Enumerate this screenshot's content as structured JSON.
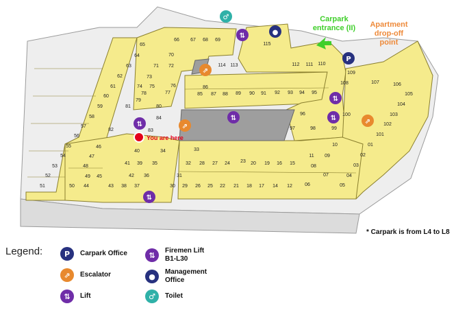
{
  "labels": {
    "carpark_entrance": "Carpark entrance (II)",
    "apartment_dropoff": "Apartment drop-off point",
    "you_are_here": "You are here",
    "footnote": "* Carpark is from L4 to L8"
  },
  "colors": {
    "unit_fill": "#f5eb8c",
    "unit_stroke": "#8a7f2e",
    "carpark_green": "#3fcf2a",
    "dropoff_orange": "#ee8a3a",
    "you_red": "#e3001b",
    "lift_purple": "#6f2da8",
    "office_blue": "#27317f",
    "escalator_orange": "#e8892e",
    "toilet_teal": "#2fb1a8"
  },
  "units": {
    "row_top": [
      "66",
      "67",
      "68",
      "69"
    ],
    "left_col": [
      "65",
      "64",
      "63",
      "62",
      "61",
      "60",
      "59",
      "58",
      "57",
      "56",
      "55",
      "54",
      "53",
      "52",
      "51"
    ],
    "col_b": [
      "70",
      "71",
      "72",
      "73",
      "74",
      "75",
      "76",
      "77",
      "78",
      "79",
      "80",
      "81",
      "82",
      "83",
      "84"
    ],
    "block_inner_left": [
      "46",
      "47",
      "48",
      "49",
      "50",
      "45",
      "44",
      "43",
      "42",
      "41",
      "40",
      "39",
      "38",
      "37",
      "36",
      "35",
      "34"
    ],
    "center_row": [
      "86",
      "85",
      "87",
      "88",
      "89",
      "90",
      "91",
      "92",
      "93",
      "94",
      "95"
    ],
    "right_top": [
      "115",
      "114",
      "113",
      "112",
      "111",
      "110",
      "109",
      "108",
      "107",
      "106",
      "105",
      "104",
      "103",
      "102",
      "101",
      "100",
      "99",
      "98",
      "97",
      "96"
    ],
    "south_block": [
      "33",
      "32",
      "28",
      "27",
      "24",
      "23",
      "20",
      "19",
      "16",
      "15",
      "11",
      "10",
      "09",
      "08",
      "07",
      "31",
      "30",
      "29",
      "26",
      "25",
      "22",
      "21",
      "18",
      "17",
      "14",
      "12",
      "06",
      "05"
    ],
    "far_right": [
      "01",
      "02",
      "03",
      "04"
    ]
  },
  "legend": {
    "title": "Legend:",
    "items": [
      {
        "label": "Carpark Office",
        "icon": "carpark-office-icon",
        "symbol": "P",
        "color": "#27317f"
      },
      {
        "label": "Escalator",
        "icon": "escalator-icon",
        "symbol": "⇗",
        "color": "#e8892e"
      },
      {
        "label": "Lift",
        "icon": "lift-icon",
        "symbol": "⇅",
        "color": "#6f2da8"
      },
      {
        "label": "Firemen Lift B1-L30",
        "icon": "firemen-lift-icon",
        "symbol": "⇅",
        "color": "#6f2da8"
      },
      {
        "label": "Management Office",
        "icon": "management-office-icon",
        "symbol": "●",
        "color": "#27317f"
      },
      {
        "label": "Toilet",
        "icon": "toilet-icon",
        "symbol": "♂♀",
        "color": "#2fb1a8"
      }
    ]
  }
}
